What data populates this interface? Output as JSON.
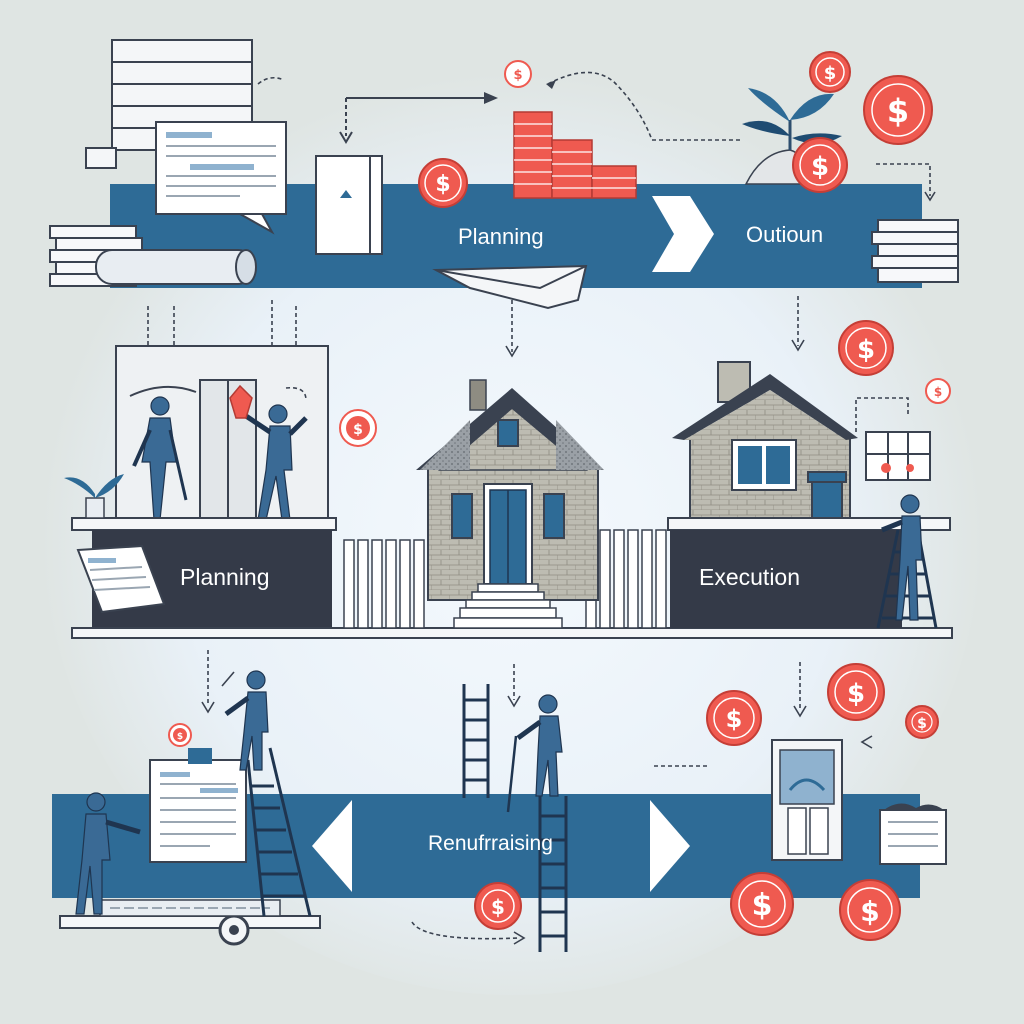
{
  "labels": {
    "top_left": "Planning",
    "top_right": "Outioun",
    "middle_left": "Planning",
    "middle_right": "Execution",
    "bottom": "Renufrraising"
  },
  "coin_symbol": "$",
  "colors": {
    "band_blue": "#2e6b96",
    "dark_panel": "#343a48",
    "coin_red": "#ef5a50",
    "figure_blue": "#3a6a95",
    "line_dark": "#3a4250",
    "background": "#dfe5e3",
    "glow": "#eef5fb"
  },
  "icons": [
    "document-icon",
    "book-icon",
    "bar-stack-icon",
    "plant-icon",
    "house-icon",
    "ladder-icon",
    "person-icon",
    "coin-icon",
    "arrow-right-icon",
    "arrow-left-icon",
    "kiosk-icon"
  ]
}
